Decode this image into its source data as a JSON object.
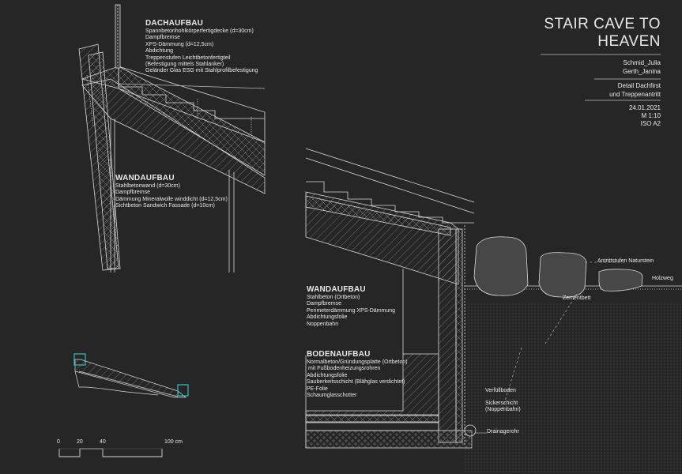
{
  "sheet": {
    "title": "STAIR CAVE TO HEAVEN",
    "authors": [
      "Schmid_Julia",
      "Gerth_Janina"
    ],
    "detail": [
      "Detail Dachfirst",
      "und Treppenantritt"
    ],
    "date": "24.01.2021",
    "scale": "M 1:10",
    "format": "ISO A2"
  },
  "layers": {
    "dach": {
      "heading": "DACHAUFBAU",
      "items": [
        "Spannbetonhohlkörperfertigdecke (d=30cm)",
        "Dampfbremse",
        "XPS-Dämmung (d=12,5cm)",
        "Abdichtung",
        "Treppenstufen Leichtbetonfertigteil",
        "(Befestigung mittels Stahlanker)",
        "Geländer Glas ESG mit Stahlprofilbefestigung"
      ]
    },
    "wand1": {
      "heading": "WANDAUFBAU",
      "items": [
        "Stahlbetonwand (d=30cm)",
        "Dampfbremse",
        "Dämmung Mineralwolle winddicht (d=12,5cm)",
        "Sichtbeton Sandwich Fassade (d=10cm)"
      ]
    },
    "wand2": {
      "heading": "WANDAUFBAU",
      "items": [
        "Stahlbeton (Ortbeton)",
        "Dampfbremse",
        "Perimeterdämmung XPS-Dämmung",
        "Abdichtungsfolie",
        "Noppenbahn"
      ]
    },
    "boden": {
      "heading": "BODENAUFBAU",
      "items": [
        "Normalbeton/Gründungsplatte (Ortbeton)",
        " mit Fußbodenheizungsrohren",
        "Abdichtungsfolie",
        "Sauberkeitsschicht (Blähglas verdichtet)",
        "PE-Folie",
        "Schaumglasschotter"
      ]
    }
  },
  "annotations": {
    "antritt": "Antrittstufen Naturstein",
    "holzweg": "Holzweg",
    "zementbett": "Zementbett",
    "verfuell": "Verfüllboden",
    "sicker1": "Sickerschicht",
    "sicker2": "(Noppenbahn)",
    "drainage": "Drainagerohr"
  },
  "scalebar": {
    "labels": [
      "0",
      "20",
      "40",
      "100 cm"
    ]
  },
  "colors": {
    "background": "#262626",
    "lines": "#d9d9d9",
    "accent": "#2ec4c4"
  }
}
